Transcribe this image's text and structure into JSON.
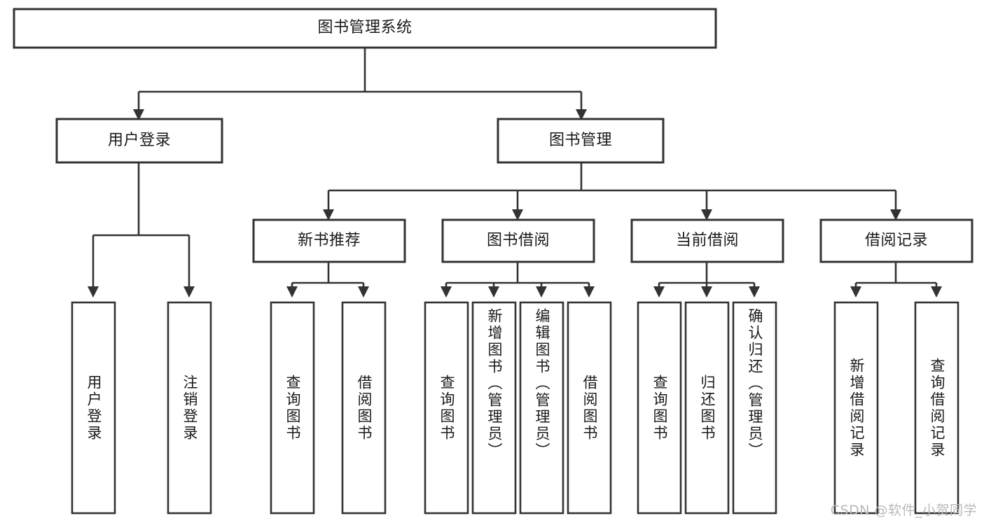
{
  "diagram": {
    "title": "图书管理系统",
    "type": "tree",
    "watermark": "CSDN @软件_小贺同学",
    "colors": {
      "box_stroke": "#333333",
      "box_fill": "#ffffff",
      "text": "#1a1a1a",
      "watermark": "#b9b9b9",
      "background": "#ffffff"
    },
    "levels": {
      "root": {
        "label": "图书管理系统",
        "orientation": "horizontal"
      },
      "level2": [
        {
          "id": "user-login",
          "label": "用户登录",
          "orientation": "horizontal"
        },
        {
          "id": "book-management",
          "label": "图书管理",
          "orientation": "horizontal"
        }
      ],
      "level3": [
        {
          "id": "new-book-recommend",
          "label": "新书推荐",
          "orientation": "horizontal",
          "parent": "book-management"
        },
        {
          "id": "book-borrow",
          "label": "图书借阅",
          "orientation": "horizontal",
          "parent": "book-management"
        },
        {
          "id": "current-borrow",
          "label": "当前借阅",
          "orientation": "horizontal",
          "parent": "book-management"
        },
        {
          "id": "borrow-record",
          "label": "借阅记录",
          "orientation": "horizontal",
          "parent": "book-management"
        }
      ],
      "leaves": [
        {
          "id": "leaf-user-login",
          "label": "用户登录",
          "orientation": "vertical",
          "parent": "user-login"
        },
        {
          "id": "leaf-user-logout",
          "label": "注销登录",
          "orientation": "vertical",
          "parent": "user-login"
        },
        {
          "id": "leaf-query-book-1",
          "label": "查询图书",
          "orientation": "vertical",
          "parent": "new-book-recommend"
        },
        {
          "id": "leaf-borrow-book-1",
          "label": "借阅图书",
          "orientation": "vertical",
          "parent": "new-book-recommend"
        },
        {
          "id": "leaf-query-book-2",
          "label": "查询图书",
          "orientation": "vertical",
          "parent": "book-borrow"
        },
        {
          "id": "leaf-add-book",
          "label": "新增图书（管理员）",
          "orientation": "vertical",
          "parent": "book-borrow"
        },
        {
          "id": "leaf-edit-book",
          "label": "编辑图书（管理员）",
          "orientation": "vertical",
          "parent": "book-borrow"
        },
        {
          "id": "leaf-borrow-book-2",
          "label": "借阅图书",
          "orientation": "vertical",
          "parent": "book-borrow"
        },
        {
          "id": "leaf-query-book-3",
          "label": "查询图书",
          "orientation": "vertical",
          "parent": "current-borrow"
        },
        {
          "id": "leaf-return-book",
          "label": "归还图书",
          "orientation": "vertical",
          "parent": "current-borrow"
        },
        {
          "id": "leaf-confirm-return",
          "label": "确认归还（管理员）",
          "orientation": "vertical",
          "parent": "current-borrow"
        },
        {
          "id": "leaf-add-record",
          "label": "新增借阅记录",
          "orientation": "vertical",
          "parent": "borrow-record"
        },
        {
          "id": "leaf-query-record",
          "label": "查询借阅记录",
          "orientation": "vertical",
          "parent": "borrow-record"
        }
      ]
    }
  }
}
